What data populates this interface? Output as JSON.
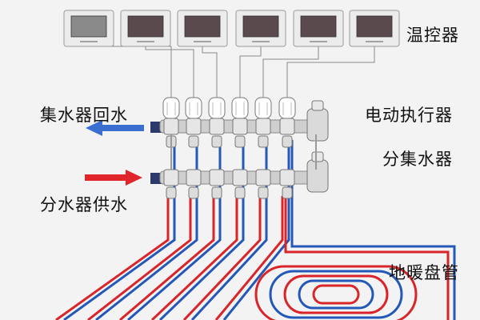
{
  "labels": {
    "thermostats": "温控器",
    "return_water": "集水器回水",
    "actuators": "电动执行器",
    "manifold": "分集水器",
    "supply_water": "分水器供水",
    "floor_coil": "地暖盘管"
  },
  "counts": {
    "thermostats": 6,
    "actuators": 6,
    "loops": 6
  },
  "colors": {
    "background": "#f3f3f3",
    "supply": "#d9252a",
    "return": "#2458b8",
    "arrow_return": "#3a6fd0",
    "arrow_supply": "#e0262a",
    "manifold_body": "#cfcfcf",
    "thermostat_screen": "#5a4a4e"
  }
}
